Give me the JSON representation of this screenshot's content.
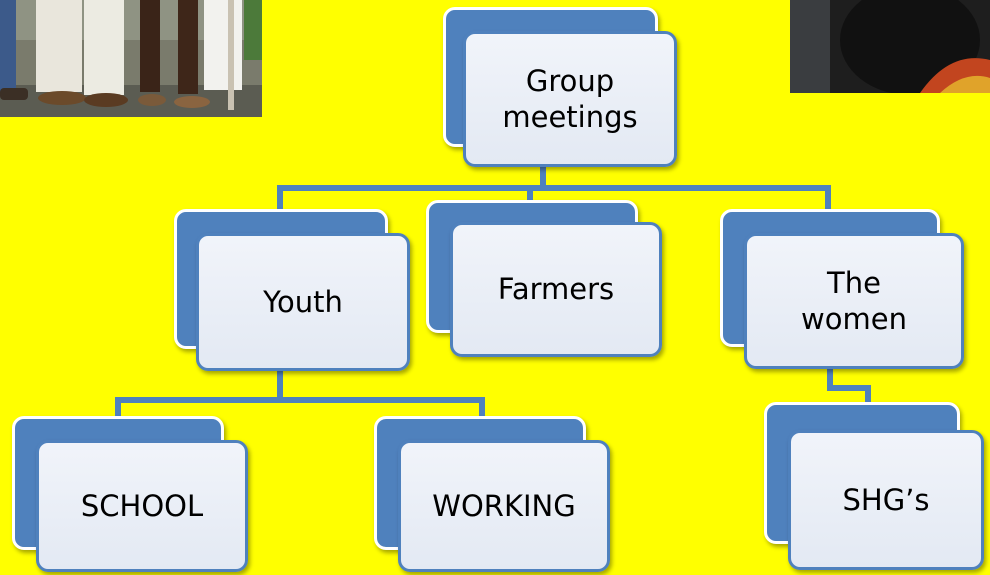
{
  "diagram": {
    "type": "org-chart",
    "colors": {
      "background": "#FFFF00",
      "node_back": "#4F81BD",
      "node_front": "#E9EEF6",
      "connector": "#4F81BD"
    },
    "root": {
      "label": "Group\nmeetings"
    },
    "level1": [
      {
        "label": "Youth"
      },
      {
        "label": "Farmers"
      },
      {
        "label": "The\nwomen"
      }
    ],
    "level2": [
      {
        "label": "SCHOOL",
        "parent": "Youth"
      },
      {
        "label": "WORKING",
        "parent": "Youth"
      },
      {
        "label": "SHG’s",
        "parent": "The women"
      }
    ]
  },
  "photos": [
    {
      "icon": "photo-people-feet"
    },
    {
      "icon": "photo-woman"
    }
  ]
}
